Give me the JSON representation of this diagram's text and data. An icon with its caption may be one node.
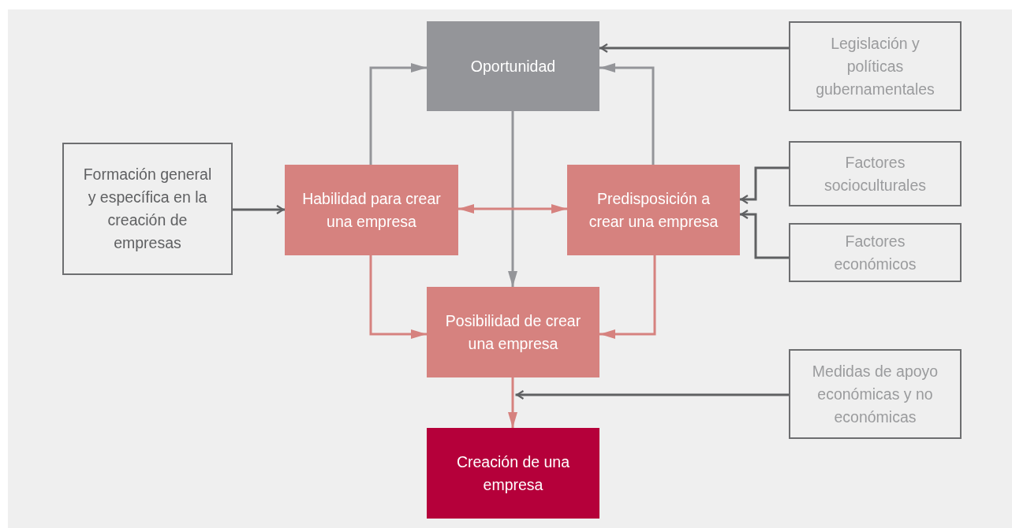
{
  "diagram": {
    "nodes": [
      {
        "text": [
          "Oportunidad"
        ]
      },
      {
        "text": [
          "Legislación y políticas gubernamentales"
        ]
      },
      {
        "text": [
          "Formación general y específica en la creación de empresas"
        ]
      },
      {
        "text": [
          "Habilidad para crear una empresa"
        ]
      },
      {
        "text": [
          "Predisposición a crear una empresa"
        ]
      },
      {
        "text": [
          "Factores socioculturales"
        ]
      },
      {
        "text": [
          "Factores económicos"
        ]
      },
      {
        "text": [
          "Posibilidad de crear una empresa"
        ]
      },
      {
        "text": [
          "Medidas de apoyo económicas y no económicas"
        ]
      },
      {
        "text": [
          "Creación de una empresa"
        ]
      }
    ],
    "edges": [
      {
        "from": 1,
        "to": 0,
        "arrow": "to"
      },
      {
        "from": 3,
        "to": 0,
        "arrow": "to",
        "color": "#949599"
      },
      {
        "from": 4,
        "to": 0,
        "arrow": "to",
        "color": "#949599"
      },
      {
        "from": 0,
        "to": 7,
        "arrow": "to",
        "color": "#949599"
      },
      {
        "from": 3,
        "to": 4,
        "arrow": "both",
        "color": "#d6827f"
      },
      {
        "from": 2,
        "to": 3,
        "arrow": "to"
      },
      {
        "from": 5,
        "to": 4,
        "arrow": "to"
      },
      {
        "from": 6,
        "to": 4,
        "arrow": "to"
      },
      {
        "from": 3,
        "to": 7,
        "arrow": "to",
        "color": "#d6827f"
      },
      {
        "from": 4,
        "to": 7,
        "arrow": "to",
        "color": "#d6827f"
      },
      {
        "from": 7,
        "to": 9,
        "arrow": "to",
        "color": "#d6827f"
      },
      {
        "from": 8,
        "to": 7,
        "arrow": "to"
      }
    ]
  }
}
